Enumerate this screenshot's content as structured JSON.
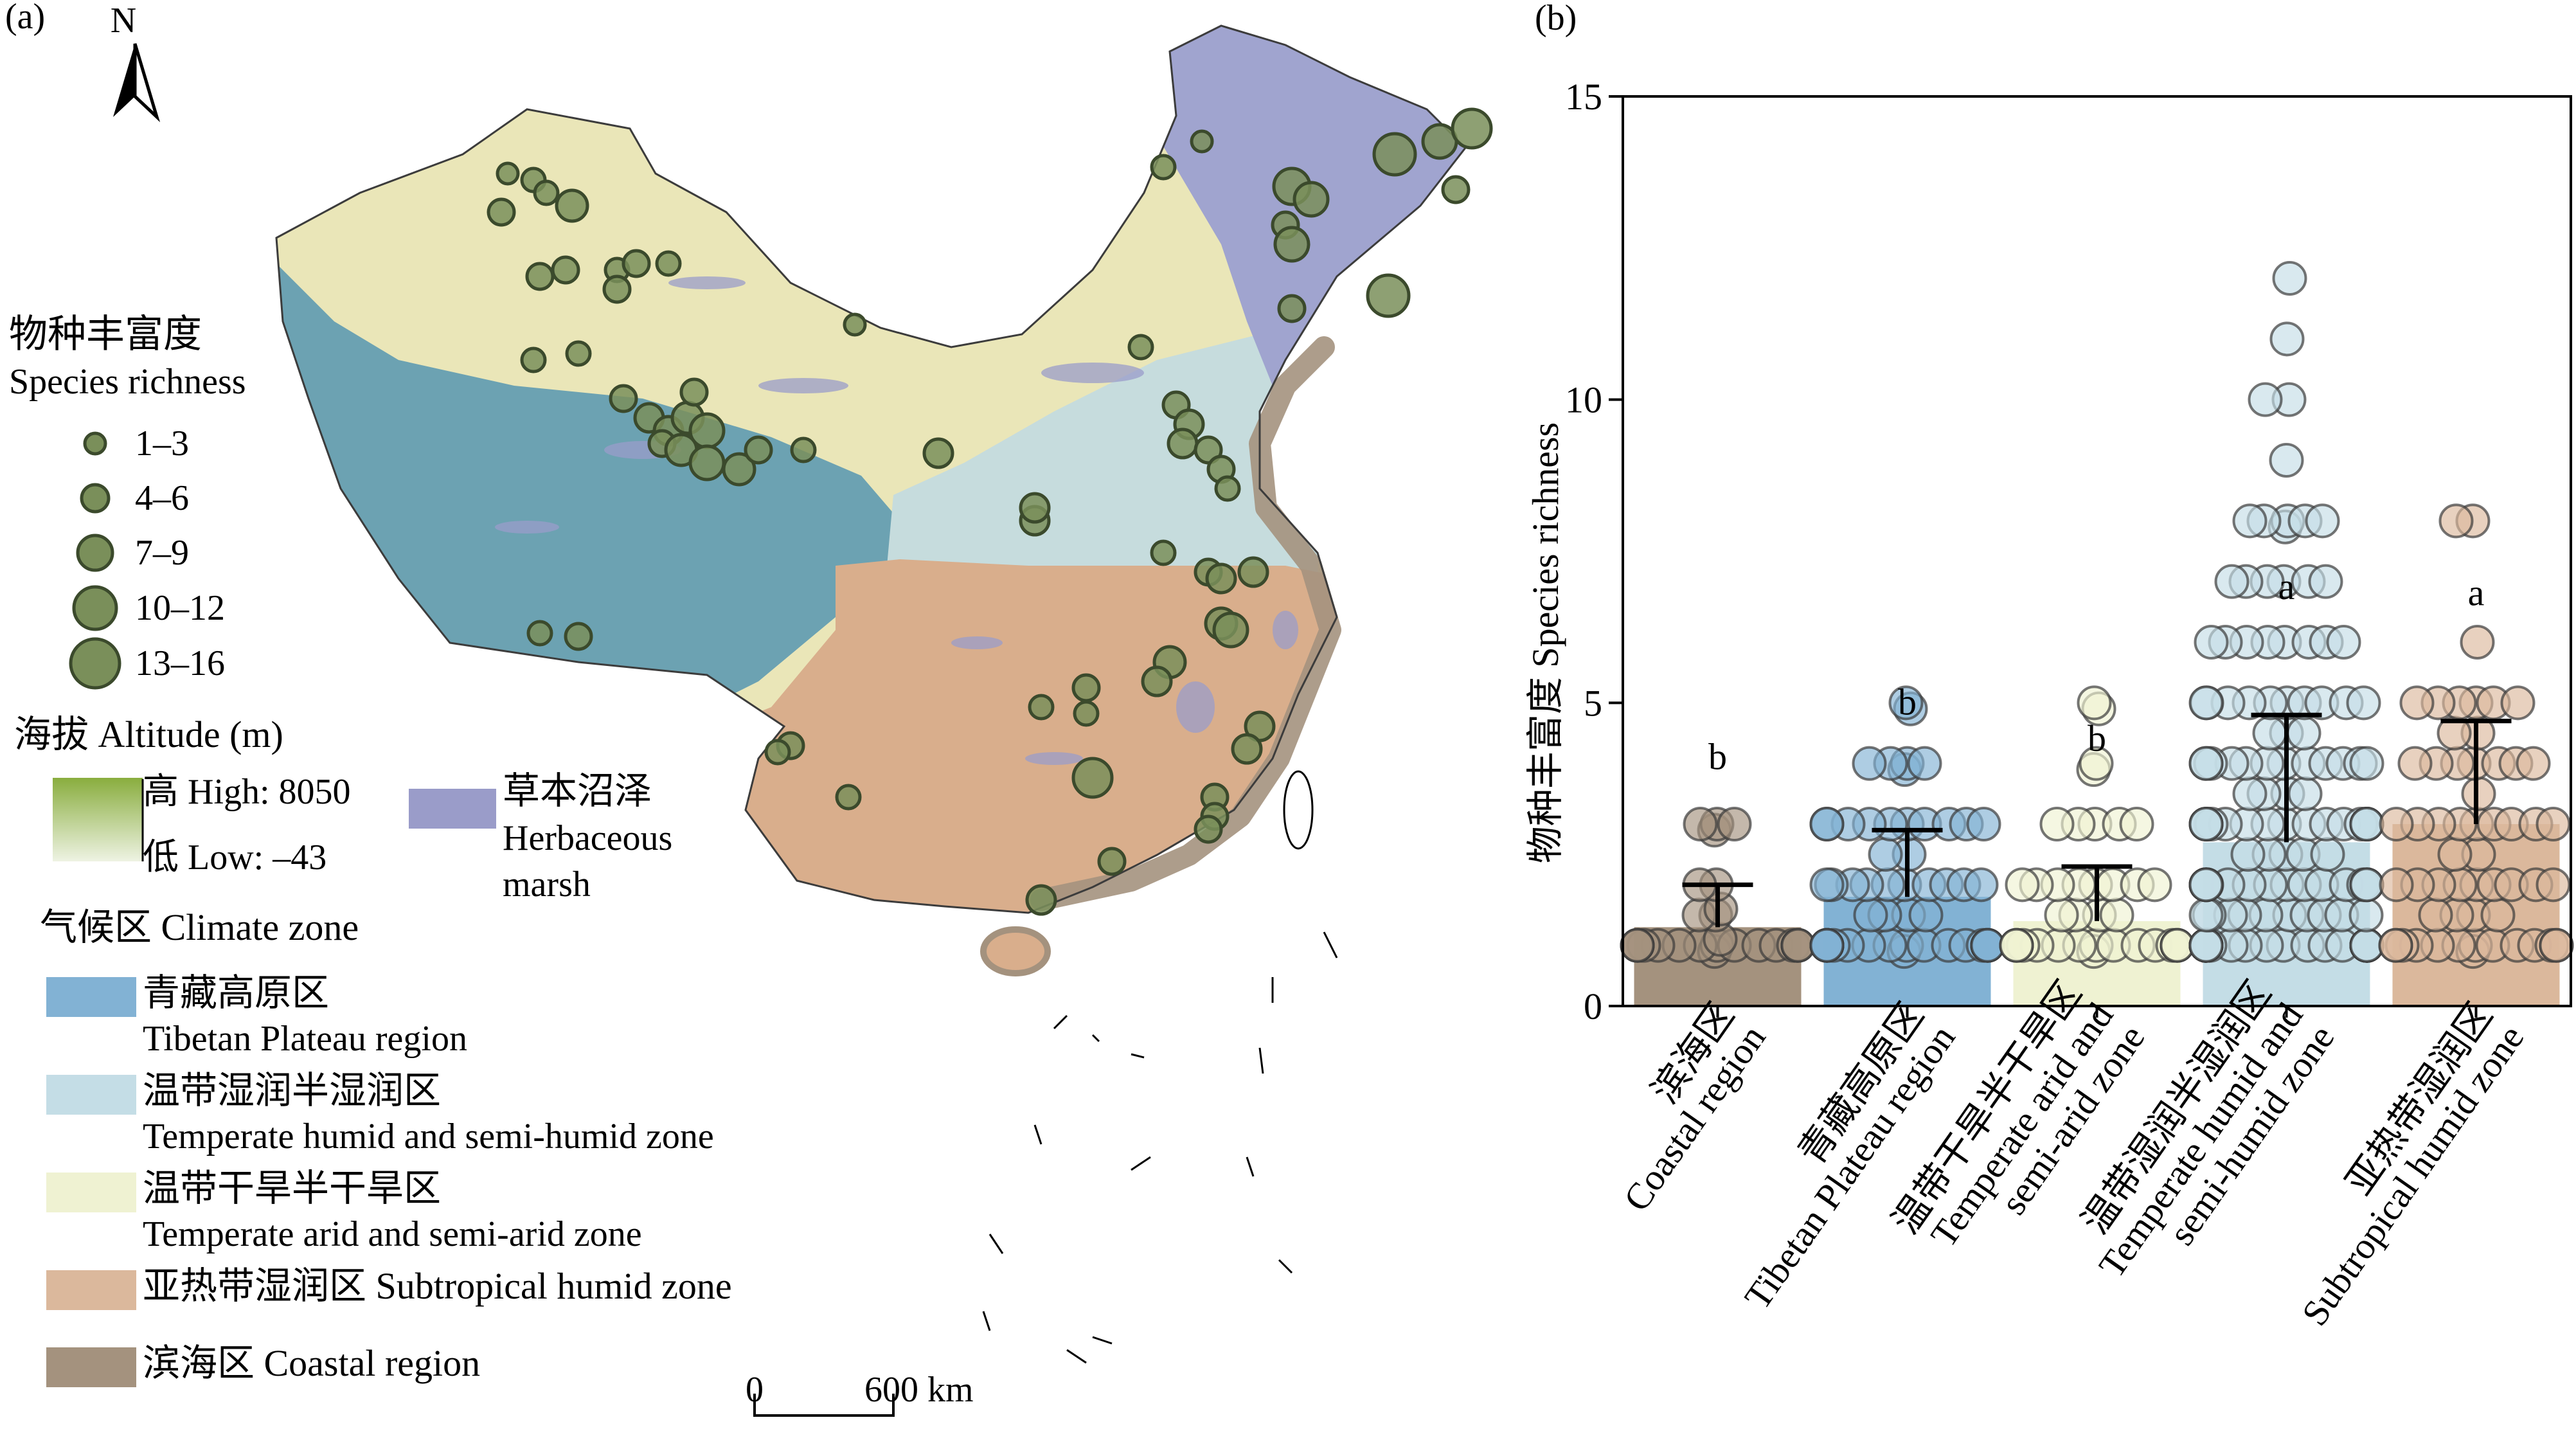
{
  "panel_a": {
    "label": "(a)",
    "north": "N",
    "richness_legend": {
      "title_zh": "物种丰富度",
      "title_en": "Species richness",
      "classes": [
        "1–3",
        "4–6",
        "7–9",
        "10–12",
        "13–16"
      ]
    },
    "altitude_legend": {
      "title": "海拔 Altitude (m)",
      "high": "高 High: 8050",
      "low": "低 Low: –43"
    },
    "marsh_legend": {
      "zh": "草本沼泽",
      "en1": "Herbaceous",
      "en2": "marsh"
    },
    "climate_legend": {
      "title": "气候区 Climate zone",
      "items": [
        {
          "zh": "青藏高原区",
          "en": "Tibetan Plateau region",
          "color": "#82b2d4"
        },
        {
          "zh": "温带湿润半湿润区",
          "en": "Temperate humid and semi-humid zone",
          "color": "#c4dde6"
        },
        {
          "zh": "温带干旱半干旱区",
          "en": "Temperate arid and semi-arid zone",
          "color": "#eff2d2"
        },
        {
          "zh": "亚热带湿润区",
          "en": "Subtropical humid zone",
          "color": "#dbb89c"
        },
        {
          "zh": "滨海区",
          "en": "Coastal region",
          "color": "#a4927e"
        }
      ]
    },
    "scale_bar": {
      "zero": "0",
      "distance": "600 km"
    },
    "colors": {
      "marsh": "#9a9cc9",
      "altitude_high": "#89ad3e",
      "altitude_low": "#eef3e3",
      "point": "#7a8f5a"
    }
  },
  "chart_data": {
    "label": "(b)",
    "type": "bar",
    "ylabel": "物种丰富度 Species richness",
    "ylim": [
      0,
      15
    ],
    "yticks": [
      0,
      5,
      10,
      15
    ],
    "categories": [
      {
        "zh": "滨海区",
        "en": [
          "Coastal region"
        ],
        "mean": 1.3,
        "se": 0.7,
        "letter": "b",
        "color": "#a4927e",
        "points": [
          0.9,
          1,
          1,
          1,
          1,
          1,
          1,
          1,
          1,
          1,
          1,
          1,
          1,
          1,
          1,
          1,
          1.1,
          1.5,
          1.5,
          1.6,
          2,
          2,
          2.9,
          3,
          3,
          3
        ]
      },
      {
        "zh": "青藏高原区",
        "en": [
          "Tibetan Plateau region"
        ],
        "mean": 1.8,
        "se": 1.1,
        "letter": "b",
        "color": "#82b2d4",
        "points": [
          0.9,
          1,
          1,
          1,
          1,
          1,
          1,
          1,
          1,
          1,
          1,
          1,
          1,
          1,
          1,
          1,
          1,
          1,
          1,
          1,
          1,
          1.5,
          1.5,
          1.5,
          1.5,
          2,
          2,
          2,
          2,
          2,
          2,
          2,
          2,
          2,
          2,
          2.5,
          2.5,
          3,
          3,
          3,
          3,
          3,
          3,
          3,
          3,
          3,
          3,
          3.9,
          4,
          4,
          4,
          4,
          4.9,
          5
        ]
      },
      {
        "zh": "温带干旱半干旱区",
        "en": [
          "Temperate arid and",
          "semi-arid zone"
        ],
        "mean": 1.4,
        "se": 0.9,
        "letter": "b",
        "color": "#eff2d2",
        "points": [
          0.9,
          1,
          1,
          1,
          1,
          1,
          1,
          1,
          1,
          1,
          1,
          1,
          1,
          1,
          1,
          1,
          1.5,
          1.5,
          1.5,
          1.5,
          2,
          2,
          2,
          2,
          2,
          2,
          2,
          2,
          3,
          3,
          3,
          3,
          3,
          3.9,
          4,
          4.9,
          5
        ]
      },
      {
        "zh": "温带湿润半湿润区",
        "en": [
          "Temperate humid and",
          "semi-humid zone"
        ],
        "mean": 2.7,
        "se": 2.1,
        "letter": "a",
        "color": "#c4dde6",
        "points": [
          1,
          1,
          1,
          1,
          1,
          1,
          1,
          1,
          1,
          1,
          1,
          1,
          1,
          1,
          1,
          1,
          1,
          1,
          1,
          1,
          1,
          1,
          1,
          1,
          1,
          1,
          1,
          1,
          1,
          1,
          1.5,
          1.5,
          1.5,
          1.5,
          1.5,
          1.5,
          1.5,
          1.5,
          1.5,
          1.5,
          2,
          2,
          2,
          2,
          2,
          2,
          2,
          2,
          2,
          2,
          2,
          2,
          2,
          2,
          2,
          2,
          2.5,
          2.5,
          2.5,
          2.5,
          2.5,
          3,
          3,
          3,
          3,
          3,
          3,
          3,
          3,
          3,
          3,
          3,
          3,
          3,
          3,
          3,
          3.5,
          3.5,
          3.5,
          3.5,
          4,
          4,
          4,
          4,
          4,
          4,
          4,
          4,
          4,
          4,
          4,
          4,
          4.5,
          4.5,
          4.5,
          5,
          5,
          5,
          5,
          5,
          5,
          5,
          5,
          5,
          5,
          6,
          6,
          6,
          6,
          6,
          6,
          6,
          6,
          7,
          7,
          7,
          7,
          7,
          7,
          7.9,
          8,
          8,
          8,
          8,
          8,
          9,
          10,
          10,
          11,
          12
        ]
      },
      {
        "zh": "亚热带湿润区",
        "en": [
          "Subtropical humid zone"
        ],
        "mean": 3.0,
        "se": 1.7,
        "letter": "a",
        "color": "#dbb89c",
        "points": [
          0.9,
          1,
          1,
          1,
          1,
          1,
          1,
          1,
          1,
          1,
          1,
          1,
          1,
          1,
          1.5,
          1.5,
          1.5,
          1.5,
          2,
          2,
          2,
          2,
          2,
          2,
          2,
          2,
          2,
          2.5,
          2.5,
          3,
          3,
          3,
          3,
          3,
          3,
          3,
          3,
          3,
          3.5,
          4,
          4,
          4,
          4,
          4,
          4,
          4,
          4.5,
          4.5,
          5,
          5,
          5,
          5,
          5,
          5,
          6,
          8,
          8
        ]
      }
    ]
  }
}
